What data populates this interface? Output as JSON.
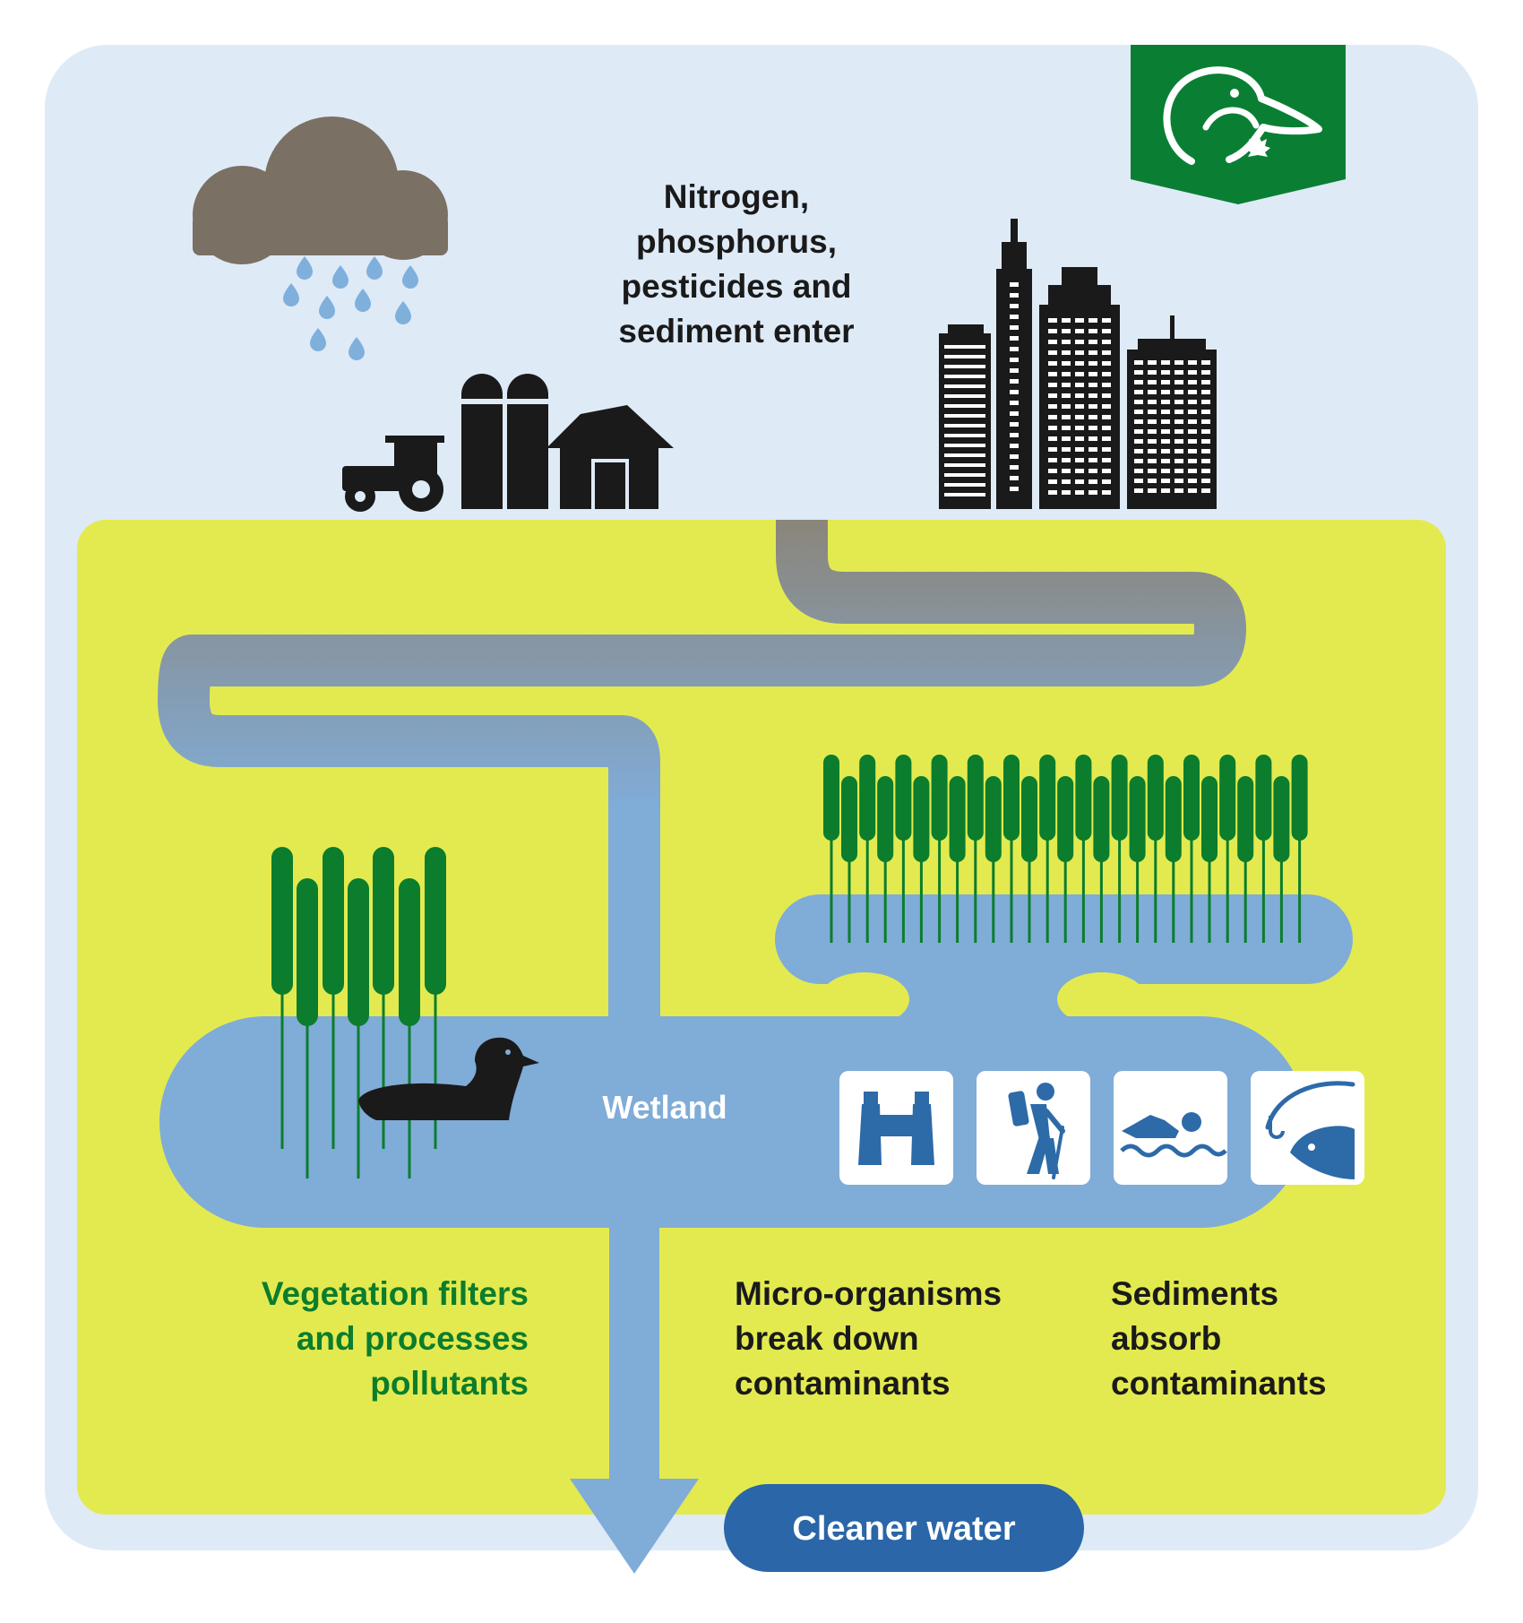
{
  "colors": {
    "sky": "#dfeaf7",
    "land": "#e3ea50",
    "water": "#80acd8",
    "runoff": "#8b857a",
    "reed_green": "#0b7d2c",
    "logo_green": "#0a7f34",
    "icon_blue": "#2d6aa8",
    "cloud": "#7a7063",
    "rain": "#7fb0dc",
    "text_dark": "#1a1a1a",
    "text_green": "#0b7d2c",
    "pill": "#2a66a8"
  },
  "labels": {
    "pollutants": [
      "Nitrogen,",
      "phosphorus,",
      "pesticides and",
      "sediment enter"
    ],
    "wetland": "Wetland",
    "vegetation": [
      "Vegetation filters",
      "and processes",
      "pollutants"
    ],
    "microorganisms": [
      "Micro-organisms",
      "break down",
      "contaminants"
    ],
    "sediments": [
      "Sediments",
      "absorb",
      "contaminants"
    ],
    "cleaner_water": "Cleaner water"
  },
  "icons": [
    "cloud-rain-icon",
    "tractor-icon",
    "silo-icon",
    "barn-icon",
    "city-skyline-icon",
    "duck-icon",
    "binoculars-icon",
    "hiker-icon",
    "swimmer-icon",
    "fishing-icon",
    "ducks-unlimited-logo"
  ]
}
